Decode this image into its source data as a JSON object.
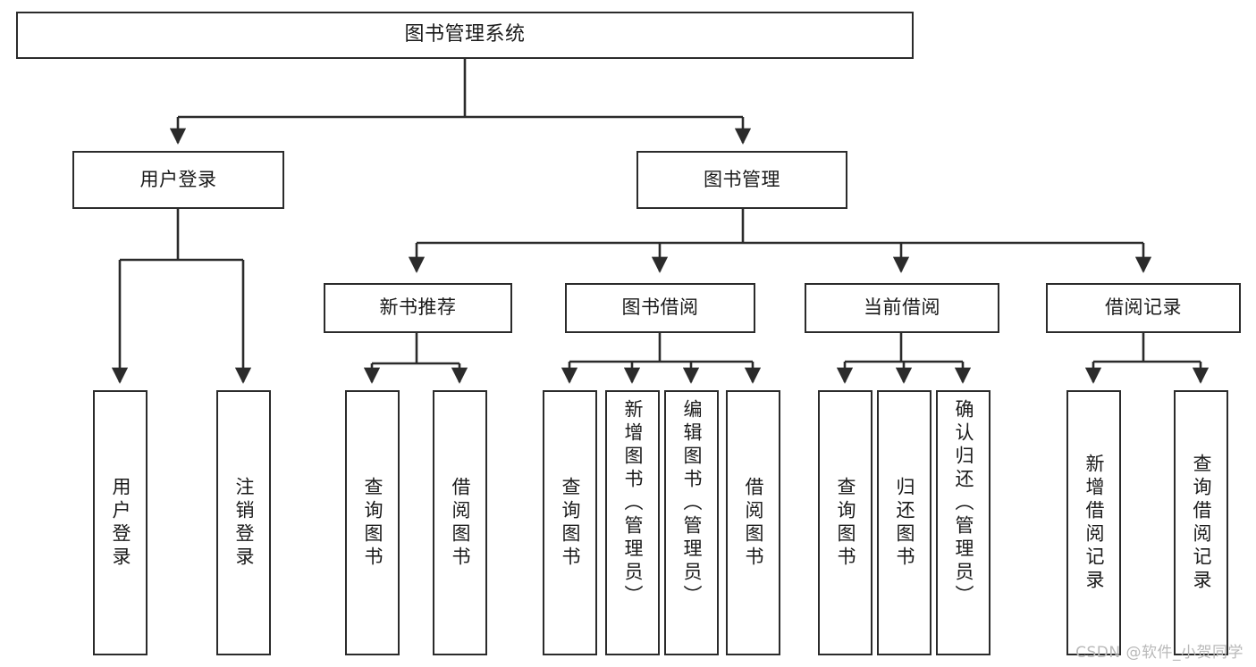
{
  "diagram": {
    "title": "图书管理系统",
    "type": "hierarchy-tree",
    "watermark": "CSDN @软件_小贺同学",
    "colors": {
      "box_border": "#2b2b2b",
      "box_fill": "#ffffff",
      "connector": "#2b2b2b",
      "text": "#1a1a1a",
      "watermark": "#b9b9b9"
    },
    "levels": {
      "level1": "系统",
      "level2": "模块",
      "level3": "子模块",
      "level4": "功能"
    },
    "nodes": {
      "root": {
        "label": "图书管理系统"
      },
      "user_login": {
        "label": "用户登录"
      },
      "book_manage": {
        "label": "图书管理"
      },
      "new_book_rec": {
        "label": "新书推荐"
      },
      "book_borrow": {
        "label": "图书借阅"
      },
      "current_borrow": {
        "label": "当前借阅"
      },
      "borrow_record": {
        "label": "借阅记录"
      },
      "leaf_user_login": {
        "label": "用户登录"
      },
      "leaf_user_logout": {
        "label": "注销登录"
      },
      "leaf_rec_query_book": {
        "label": "查询图书"
      },
      "leaf_rec_borrow_book": {
        "label": "借阅图书"
      },
      "leaf_borrow_query_book": {
        "label": "查询图书"
      },
      "leaf_borrow_add_book": {
        "label": "新增图书（管理员）"
      },
      "leaf_borrow_edit_book": {
        "label": "编辑图书（管理员）"
      },
      "leaf_borrow_borrow_book": {
        "label": "借阅图书"
      },
      "leaf_cur_query_book": {
        "label": "查询图书"
      },
      "leaf_cur_return_book": {
        "label": "归还图书"
      },
      "leaf_cur_confirm_return": {
        "label": "确认归还（管理员）"
      },
      "leaf_rec_add_record": {
        "label": "新增借阅记录"
      },
      "leaf_rec_query_record": {
        "label": "查询借阅记录"
      }
    }
  }
}
